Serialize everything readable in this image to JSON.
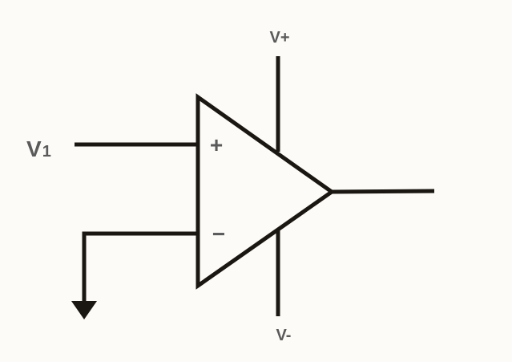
{
  "diagram": {
    "labels": {
      "supply_positive": "V+",
      "supply_negative": "V-",
      "input": "V",
      "input_subscript": "1",
      "non_inverting": "+",
      "inverting": "−"
    },
    "colors": {
      "background": "#fdfbf7",
      "stroke": "#1a1712",
      "label": "#5a5a5a"
    }
  }
}
